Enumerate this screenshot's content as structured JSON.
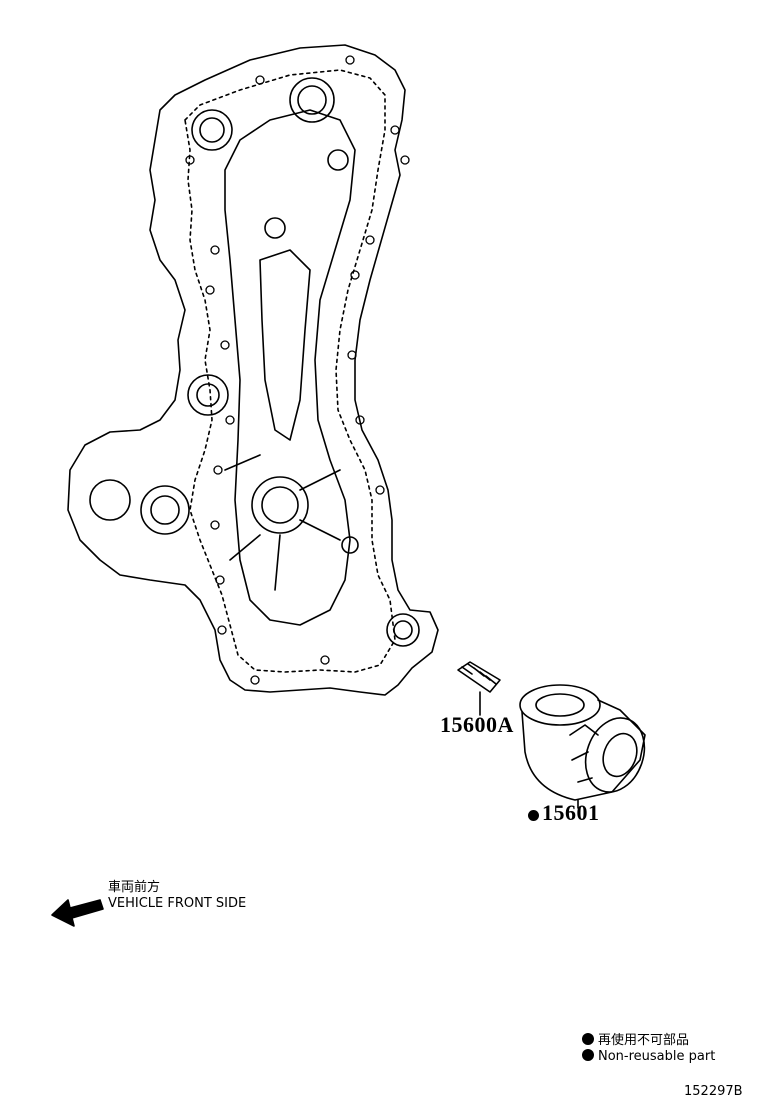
{
  "parts": {
    "stud": {
      "number": "15600A"
    },
    "filter": {
      "marker": "●",
      "number": "15601"
    }
  },
  "direction": {
    "label_ja": "車両前方",
    "label_en": "VEHICLE FRONT SIDE"
  },
  "legend": {
    "label_ja": "再使用不可部品",
    "label_en": "Non-reusable part"
  },
  "figure_id": "152297B",
  "colors": {
    "line": "#000000",
    "background": "#ffffff"
  }
}
